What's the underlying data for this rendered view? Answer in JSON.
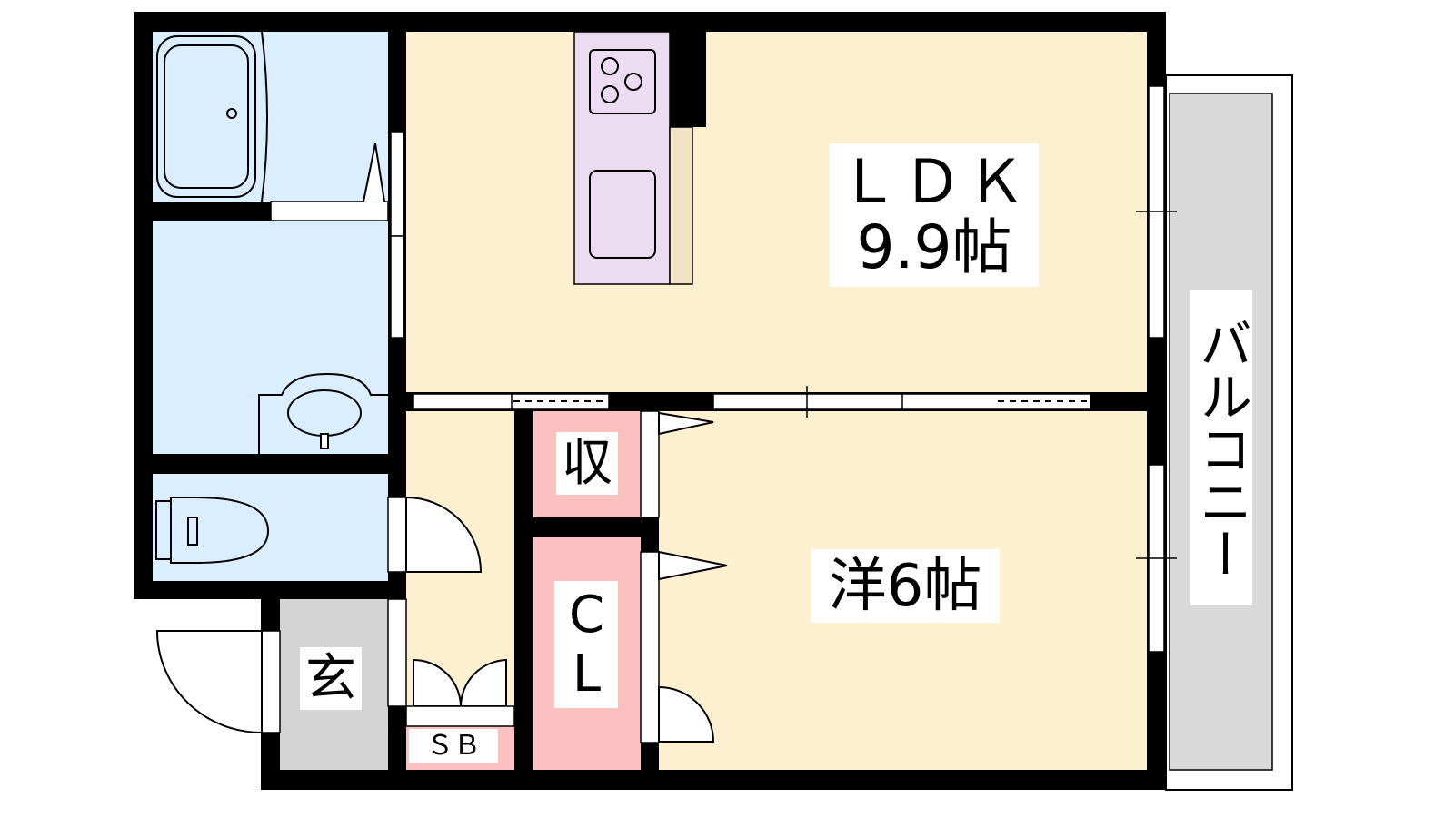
{
  "rooms": {
    "ldk": {
      "name": "ＬＤＫ",
      "size": "9.9帖"
    },
    "western": {
      "name": "洋6帖"
    },
    "storage": {
      "name": "収"
    },
    "closet": {
      "name": "CL"
    },
    "entrance": {
      "name": "玄"
    },
    "shoe_box": {
      "name": "ＳＢ"
    },
    "balcony": {
      "name": "バルコニー"
    }
  },
  "colors": {
    "wall": "#000000",
    "wet_area": "#dbeeff",
    "living": "#fdf0d0",
    "storage": "#fcc0c0",
    "kitchen": "#ecdcf2",
    "entrance": "#d4d4d4",
    "balcony": "#d9d9d9"
  }
}
